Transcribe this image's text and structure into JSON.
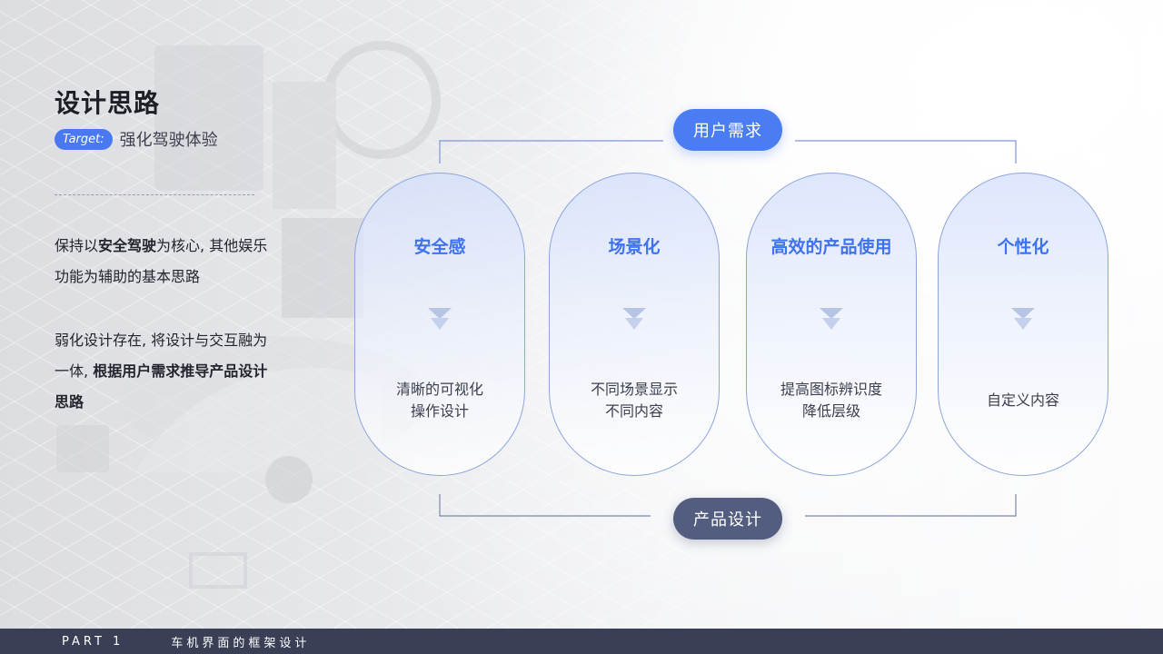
{
  "header": {
    "title": "设计思路",
    "target_label": "Target:",
    "target_text": "强化驾驶体验"
  },
  "left_text": {
    "p1_a": "保持以",
    "p1_b": "安全驾驶",
    "p1_c": "为核心, 其他娱乐功能为辅助的基本思路",
    "p2_a": "弱化设计存在, 将设计与交互融为一体, ",
    "p2_b": "根据用户需求推导产品设计思路"
  },
  "flow": {
    "top_label": "用户需求",
    "bottom_label": "产品设计",
    "accent_color": "#4a7cf3",
    "bottom_color": "#535d80"
  },
  "cards": [
    {
      "title": "安全感",
      "line1": "清晰的可视化",
      "line2": "操作设计"
    },
    {
      "title": "场景化",
      "line1": "不同场景显示",
      "line2": "不同内容"
    },
    {
      "title": "高效的产品使用",
      "line1": "提高图标辨识度",
      "line2": "降低层级"
    },
    {
      "title": "个性化",
      "line1": "自定义内容",
      "line2": ""
    }
  ],
  "footer": {
    "part": "PART 1",
    "title": "车机界面的框架设计"
  }
}
